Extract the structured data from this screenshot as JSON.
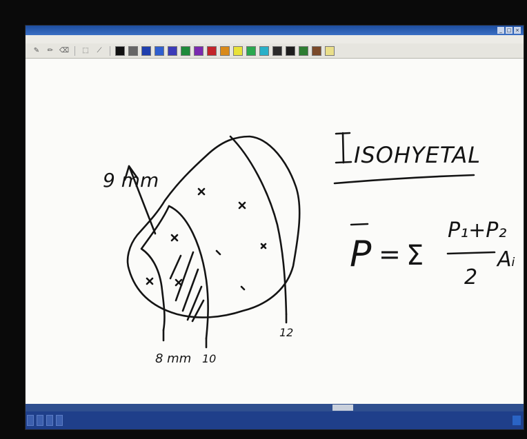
{
  "toolbar": {
    "swatches": [
      "#111111",
      "#666666",
      "#1f3fae",
      "#2f5fcf",
      "#3b3bb8",
      "#1e8a3a",
      "#7a2ab0",
      "#c2242a",
      "#d98a1a",
      "#e9e23a",
      "#2aa84f",
      "#29b0c8",
      "#2b2b2b",
      "#1d1d1d",
      "#2e7d32",
      "#7b4a2a",
      "#eadf8a"
    ]
  },
  "handwriting": {
    "heading": "ISOHYETAL",
    "label_top": "9 mm",
    "label_8": "8 mm",
    "label_10": "10",
    "label_12": "12",
    "formula_lhs": "P",
    "formula_eq": "=",
    "formula_sigma": "Σ",
    "formula_numerator": "P₁+P₂",
    "formula_denominator": "2",
    "formula_area": "Aᵢ"
  }
}
